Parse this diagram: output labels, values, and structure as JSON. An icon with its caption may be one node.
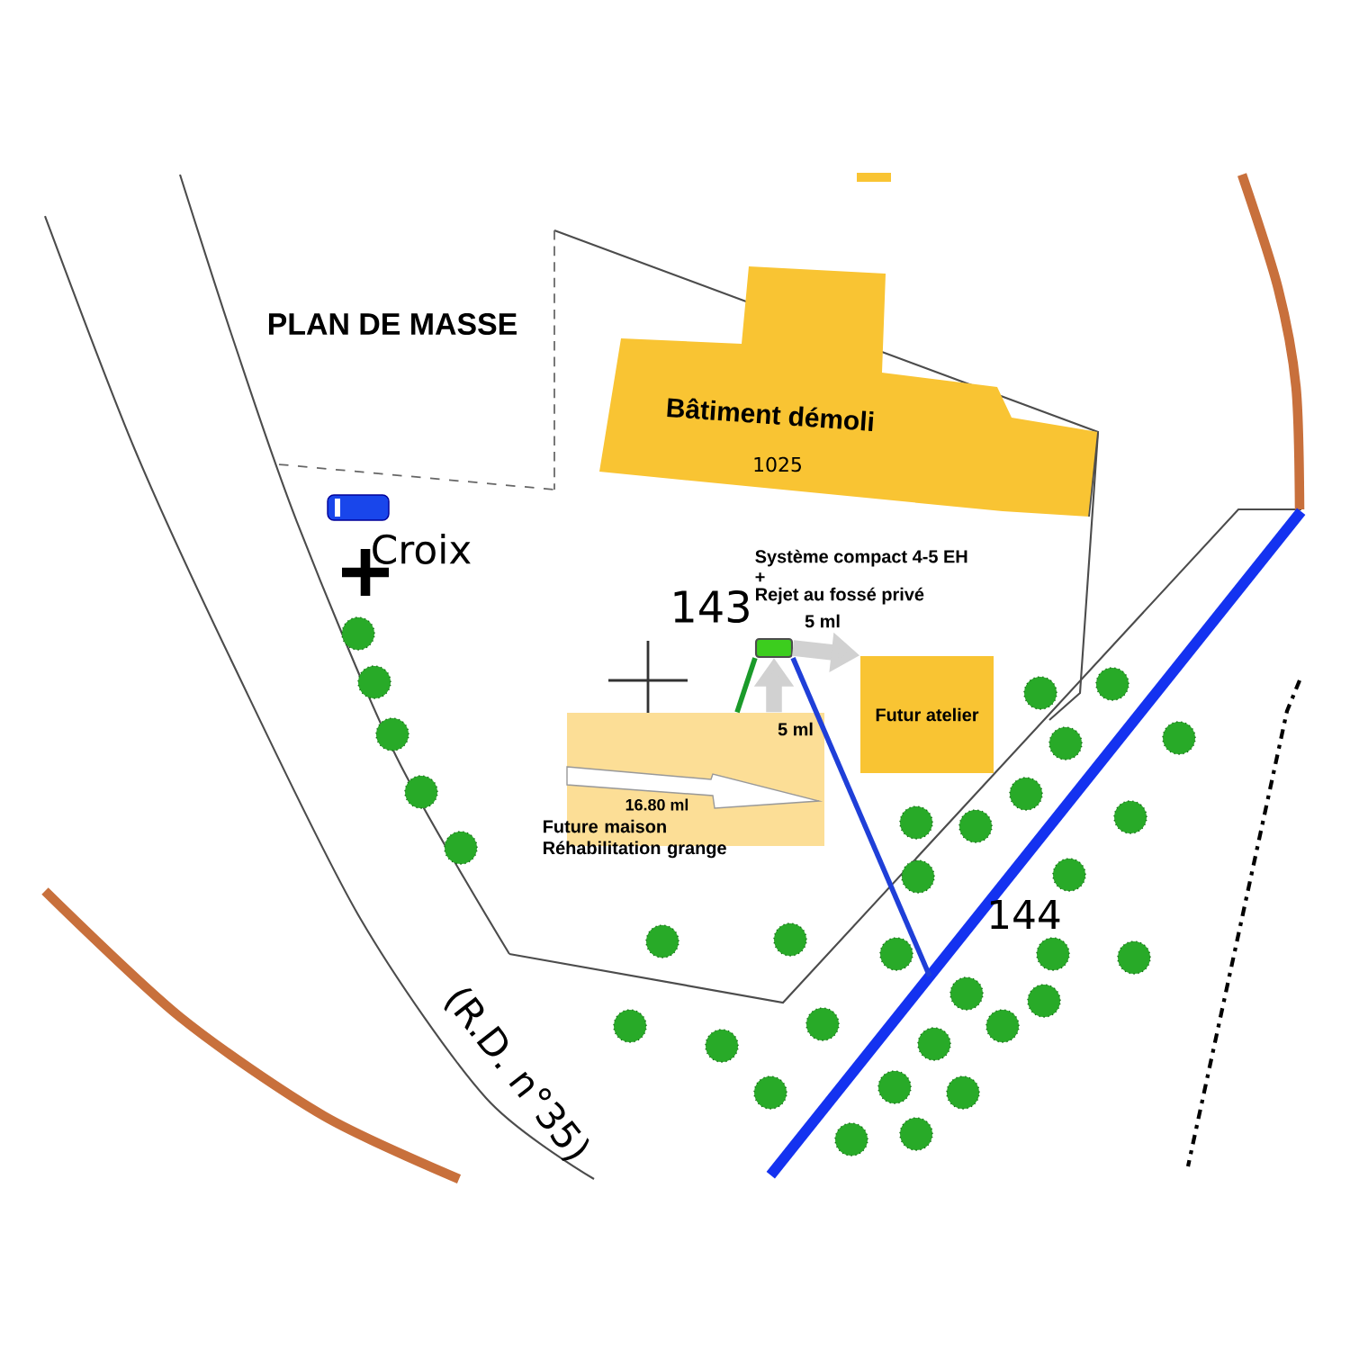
{
  "diagram": {
    "title": "PLAN DE MASSE",
    "nodes": [
      {
        "text": [
          "Bâtiment démoli"
        ]
      },
      {
        "text": [],
        "shape": "box",
        "beside": [
          "Système compact 4-5 EH",
          "+",
          "Rejet au fossé privé"
        ]
      },
      {
        "text": [
          "Futur atelier"
        ]
      },
      {
        "text": [
          "Future maison Réhabilitation grange"
        ]
      },
      {
        "text": [],
        "shape": "bar"
      }
    ],
    "edges": [
      {
        "from": 3,
        "to": 1,
        "arrow": "to",
        "label": "5 ml",
        "style": "thick"
      },
      {
        "from": 1,
        "to": 2,
        "arrow": "to",
        "label": "5 ml",
        "style": "thick"
      },
      {
        "from": 1,
        "to": 3,
        "arrow": "none",
        "color": "#1a9a2a"
      },
      {
        "from": 1,
        "to": 4,
        "arrow": "none",
        "color": "#1f3fd8"
      }
    ],
    "labels": [
      "1025",
      "Croix",
      "143",
      "16.80 ml",
      "144",
      "(R.D. n°35)"
    ]
  }
}
